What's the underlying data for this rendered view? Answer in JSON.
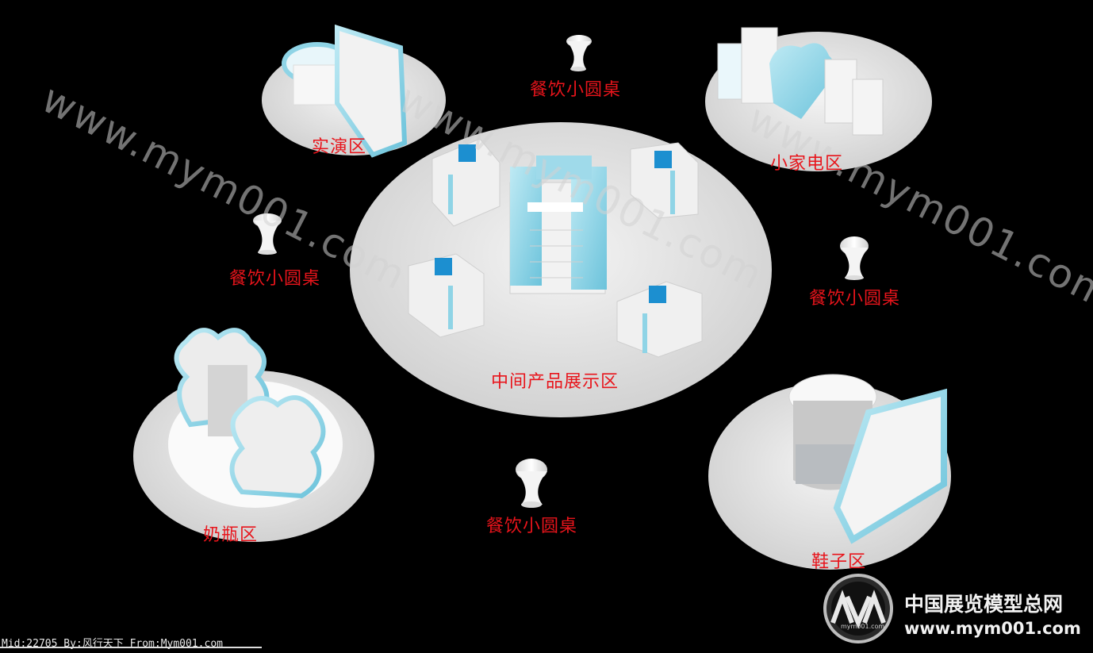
{
  "zones": {
    "performance": "实演区",
    "appliances": "小家电区",
    "center": "中间产品展示区",
    "bottles": "奶瓶区",
    "shoes": "鞋子区"
  },
  "tables": {
    "top": "餐饮小圆桌",
    "left": "餐饮小圆桌",
    "right": "餐饮小圆桌",
    "bottom": "餐饮小圆桌"
  },
  "watermark": {
    "left": "www.mym001.com",
    "center": "www.mym001.com",
    "right": "www.mym001.com"
  },
  "footer": {
    "credit": "Mid:22705 By:风行天下 From:Mym001.com"
  },
  "brand": {
    "name": "中国展览模型总网",
    "url": "www.mym001.com",
    "logo_text": "mym001.com"
  },
  "colors": {
    "background": "#000000",
    "label": "#e8141b",
    "accent": "#8fd4e6",
    "floor": "#e4e4e4"
  }
}
